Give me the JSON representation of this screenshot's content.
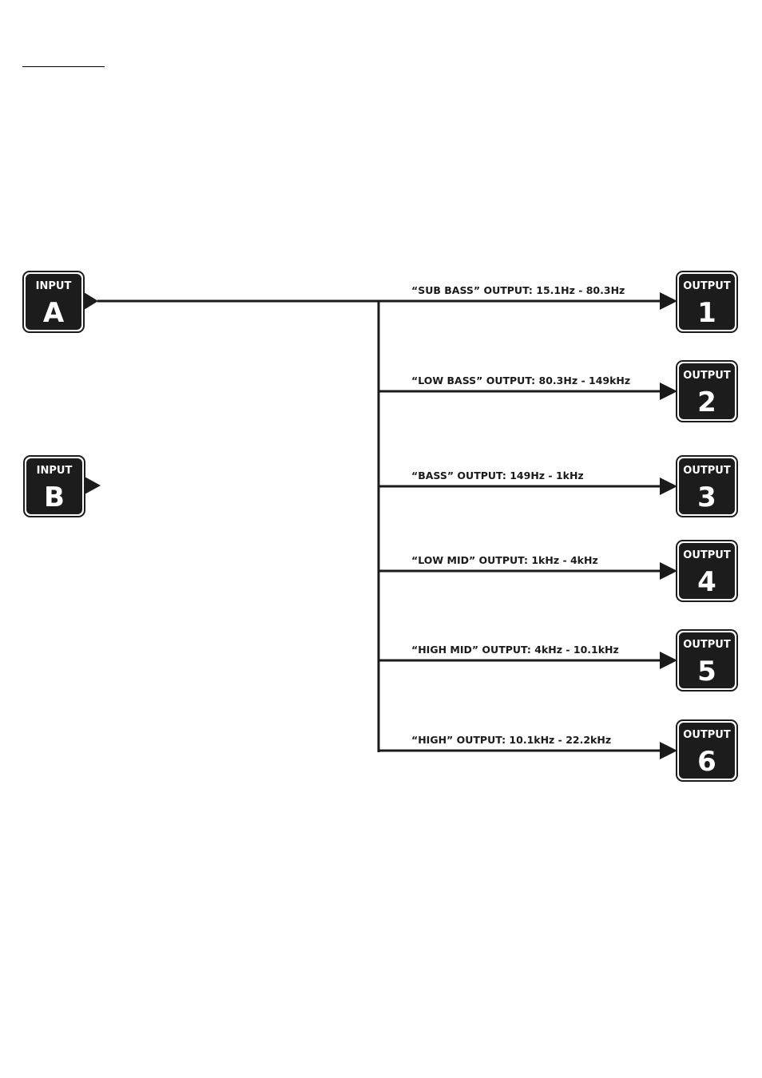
{
  "inputs": [
    {
      "label": "INPUT",
      "id": "A"
    },
    {
      "label": "INPUT",
      "id": "B"
    }
  ],
  "outputs": [
    {
      "label": "OUTPUT",
      "id": "1",
      "route": "“SUB BASS” OUTPUT:  15.1Hz - 80.3Hz"
    },
    {
      "label": "OUTPUT",
      "id": "2",
      "route": "“LOW BASS” OUTPUT:  80.3Hz - 149kHz"
    },
    {
      "label": "OUTPUT",
      "id": "3",
      "route": "“BASS” OUTPUT:  149Hz - 1kHz"
    },
    {
      "label": "OUTPUT",
      "id": "4",
      "route": "“LOW MID” OUTPUT:  1kHz - 4kHz"
    },
    {
      "label": "OUTPUT",
      "id": "5",
      "route": "“HIGH MID” OUTPUT:  4kHz - 10.1kHz"
    },
    {
      "label": "OUTPUT",
      "id": "6",
      "route": "“HIGH” OUTPUT:  10.1kHz - 22.2kHz"
    }
  ],
  "colors": {
    "box_fill": "#1c1c1c",
    "box_border": "#1c1c1c",
    "line": "#1a1a1a",
    "text_light": "#ffffff"
  }
}
